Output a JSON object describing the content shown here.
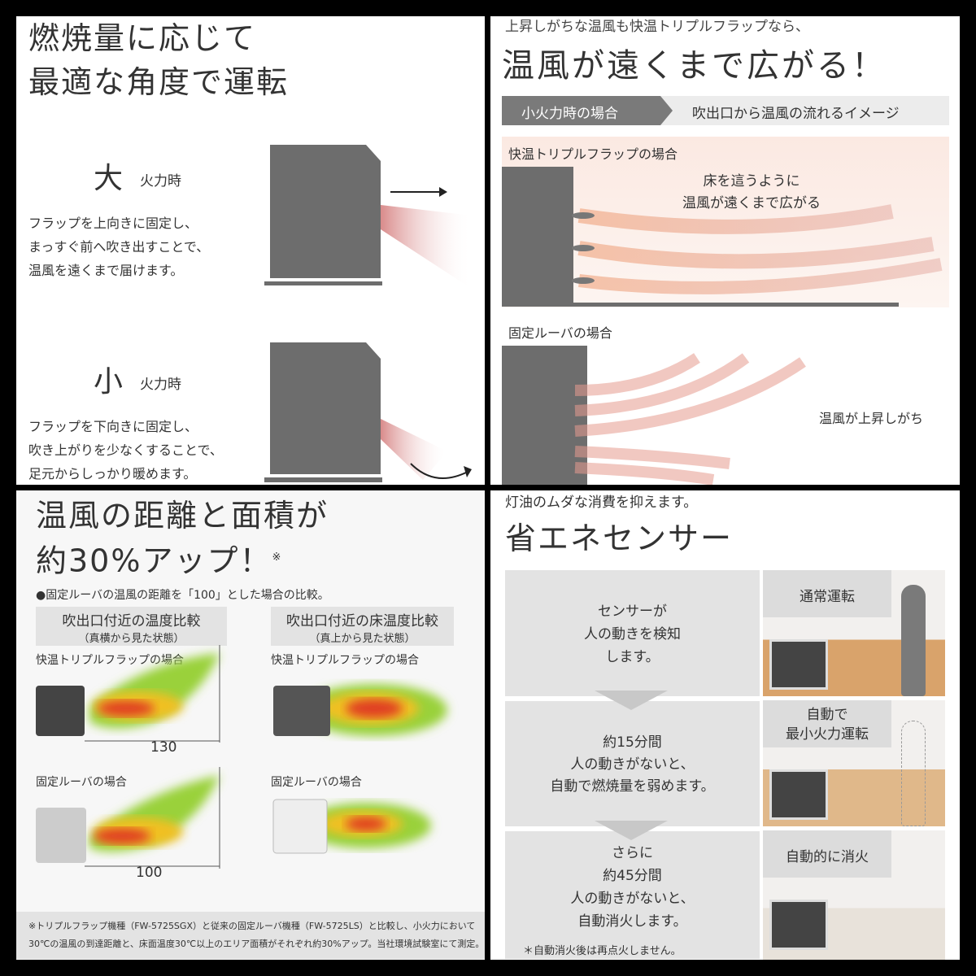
{
  "panel1": {
    "title_line1": "燃焼量に応じて",
    "title_line2": "最適な角度で運転",
    "high": {
      "big": "大",
      "label": "火力時",
      "desc": [
        "フラップを上向きに固定し、",
        "まっすぐ前へ吹き出すことで、",
        "温風を遠くまで届けます。"
      ]
    },
    "low": {
      "big": "小",
      "label": "火力時",
      "desc": [
        "フラップを下向きに固定し、",
        "吹き上がりを少なくすることで、",
        "足元からしっかり暖めます。"
      ]
    }
  },
  "panel2": {
    "subtitle": "上昇しがちな温風も快温トリプルフラップなら、",
    "title": "温風が遠くまで広がる！",
    "tag_left": "小火力時の場合",
    "tag_right": "吹出口から温風の流れるイメージ",
    "case1": "快温トリプルフラップの場合",
    "case1_note": [
      "床を這うように",
      "温風が遠くまで広がる"
    ],
    "case2": "固定ルーバの場合",
    "case2_note": "温風が上昇しがち"
  },
  "panel3": {
    "title_line1": "温風の距離と面積が",
    "title_line2": "約30%アップ！",
    "mark": "※",
    "note": "●固定ルーバの温風の距離を「100」とした場合の比較。",
    "col1_title": "吹出口付近の温度比較",
    "col1_sub": "（真横から見た状態）",
    "col2_title": "吹出口付近の床温度比較",
    "col2_sub": "（真上から見た状態）",
    "triple_label": "快温トリプルフラップの場合",
    "fixed_label": "固定ルーバの場合",
    "value_triple": "130",
    "value_fixed": "100",
    "footnote": [
      "※トリプルフラップ機種（FW-5725SGX）と従来の固定ルーバ機種（FW-5725LS）と比較し、小火力において",
      "30℃の温風の到達距離と、床面温度30℃以上のエリア面積がそれぞれ約30%アップ。当社環境試験室にて測定。"
    ]
  },
  "panel4": {
    "subtitle": "灯油のムダな消費を抑えます。",
    "title": "省エネセンサー",
    "steps": [
      {
        "text": [
          "センサーが",
          "人の動きを検知",
          "します。"
        ],
        "label": [
          "通常運転"
        ]
      },
      {
        "text": [
          "約15分間",
          "人の動きがないと、",
          "自動で燃焼量を弱めます。"
        ],
        "label": [
          "自動で",
          "最小火力運転"
        ]
      },
      {
        "text": [
          "さらに",
          "約45分間",
          "人の動きがないと、",
          "自動消火します。"
        ],
        "label": [
          "自動的に消火"
        ]
      }
    ],
    "footnote": "＊自動消火後は再点火しません。"
  },
  "colors": {
    "heater": "#6d6d6d",
    "warm": "#e8a59a",
    "panel_gray": "#e3e3e3"
  }
}
